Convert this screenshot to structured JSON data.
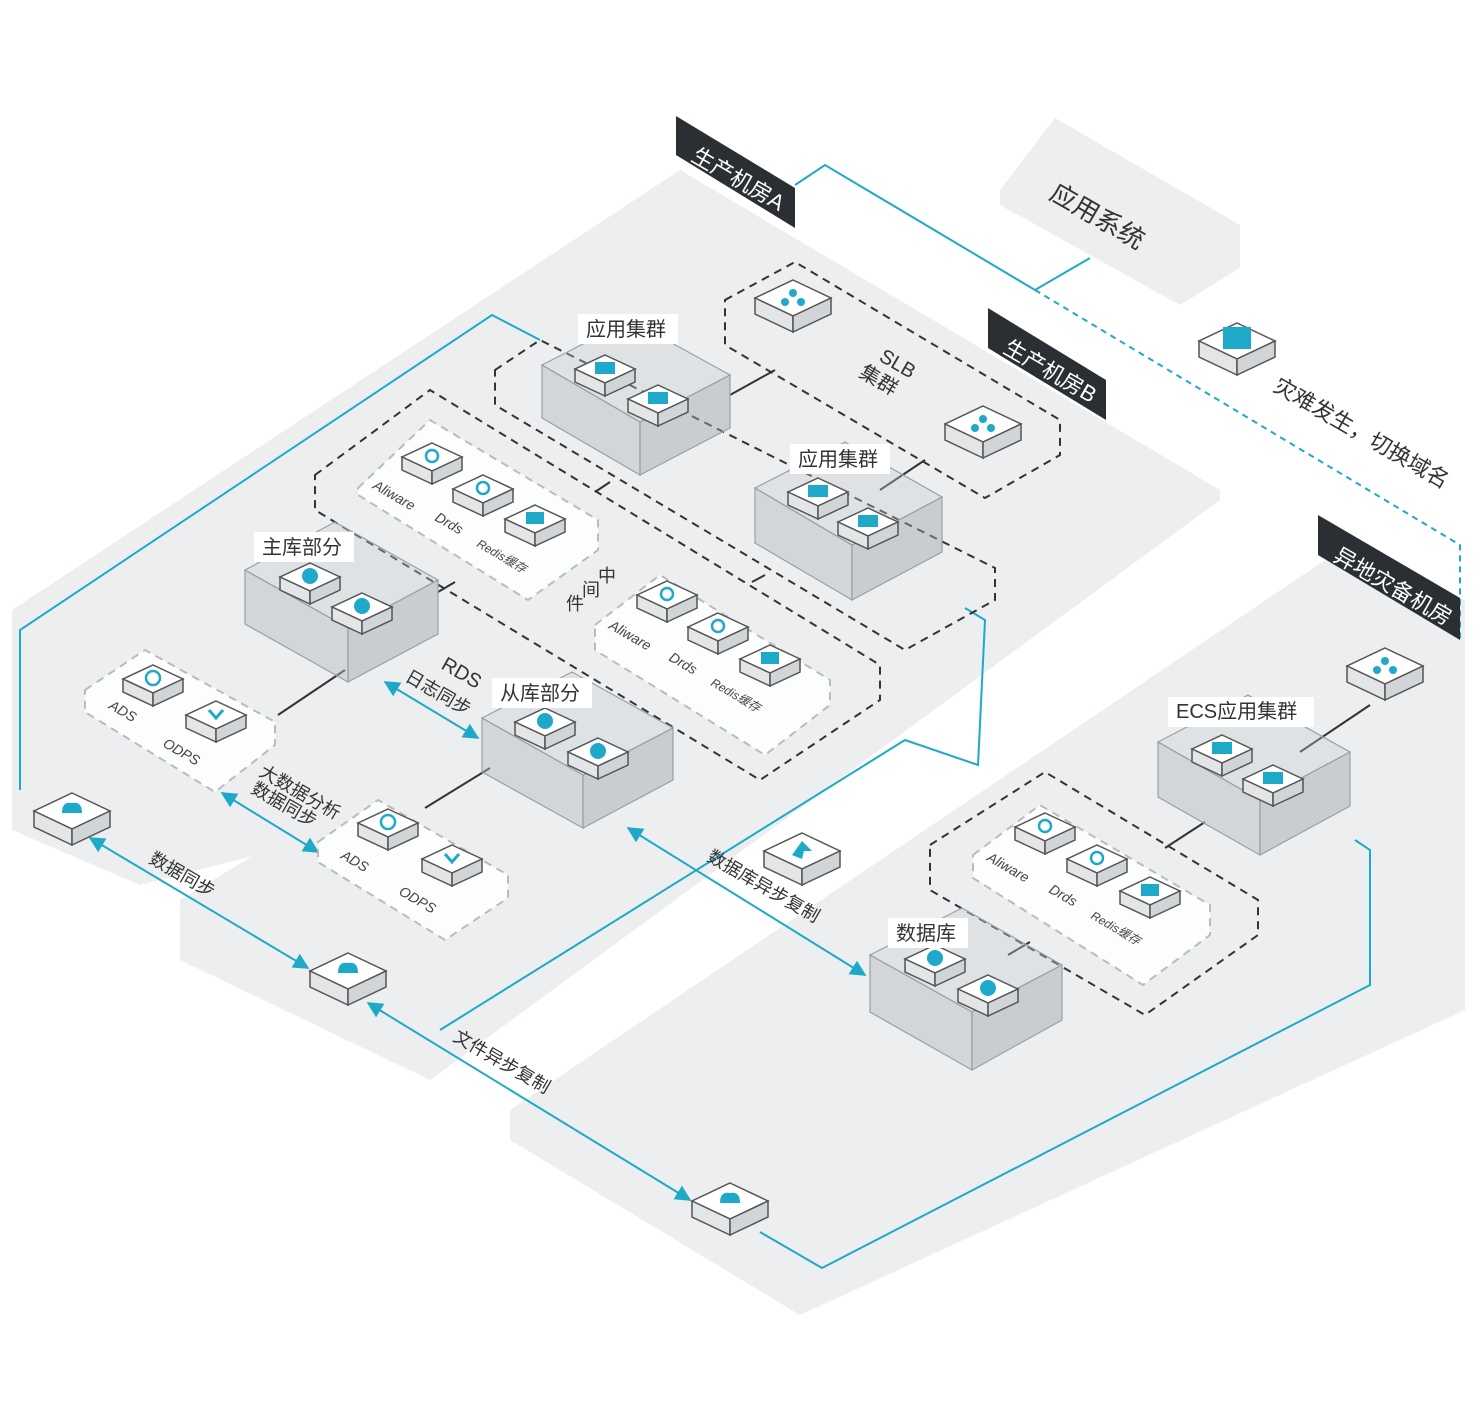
{
  "rooms": {
    "room_a": "生产机房A",
    "room_b": "生产机房B",
    "room_remote": "异地灾备机房"
  },
  "app_system": "应用系统",
  "disaster": "灾难发生，切换域名",
  "slb": {
    "line1": "SLB",
    "line2": "集群"
  },
  "cluster_a": "应用集群",
  "cluster_b": "应用集群",
  "ecs_cluster": "ECS应用集群",
  "middleware": {
    "c1": "中",
    "c2": "间",
    "c3": "件"
  },
  "mw_a": {
    "aliware": "Aliware",
    "drds": "Drds",
    "redis": "Redis缓存"
  },
  "mw_b": {
    "aliware": "Aliware",
    "drds": "Drds",
    "redis": "Redis缓存"
  },
  "mw_c": {
    "aliware": "Aliware",
    "drds": "Drds",
    "redis": "Redis缓存"
  },
  "master_db": "主库部分",
  "slave_db": "从库部分",
  "database": "数据库",
  "rds_sync": {
    "line1": "RDS",
    "line2": "日志同步"
  },
  "bigdata": {
    "line1": "大数据分析",
    "line2": "数据同步"
  },
  "bd_a": {
    "ads": "ADS",
    "odps": "ODPS"
  },
  "bd_b": {
    "ads": "ADS",
    "odps": "ODPS"
  },
  "data_sync": "数据同步",
  "db_async": "数据库异步复制",
  "file_async": "文件异步复制",
  "colors": {
    "accent": "#1fa9c8",
    "tag_bg": "#2b2e33",
    "plate": "#eceef0"
  },
  "icons": [
    "slb-icon",
    "server-icon",
    "database-icon",
    "oss-icon",
    "ads-icon",
    "odps-icon",
    "aliware-icon",
    "drds-icon",
    "redis-icon",
    "dns-icon",
    "dts-icon"
  ]
}
